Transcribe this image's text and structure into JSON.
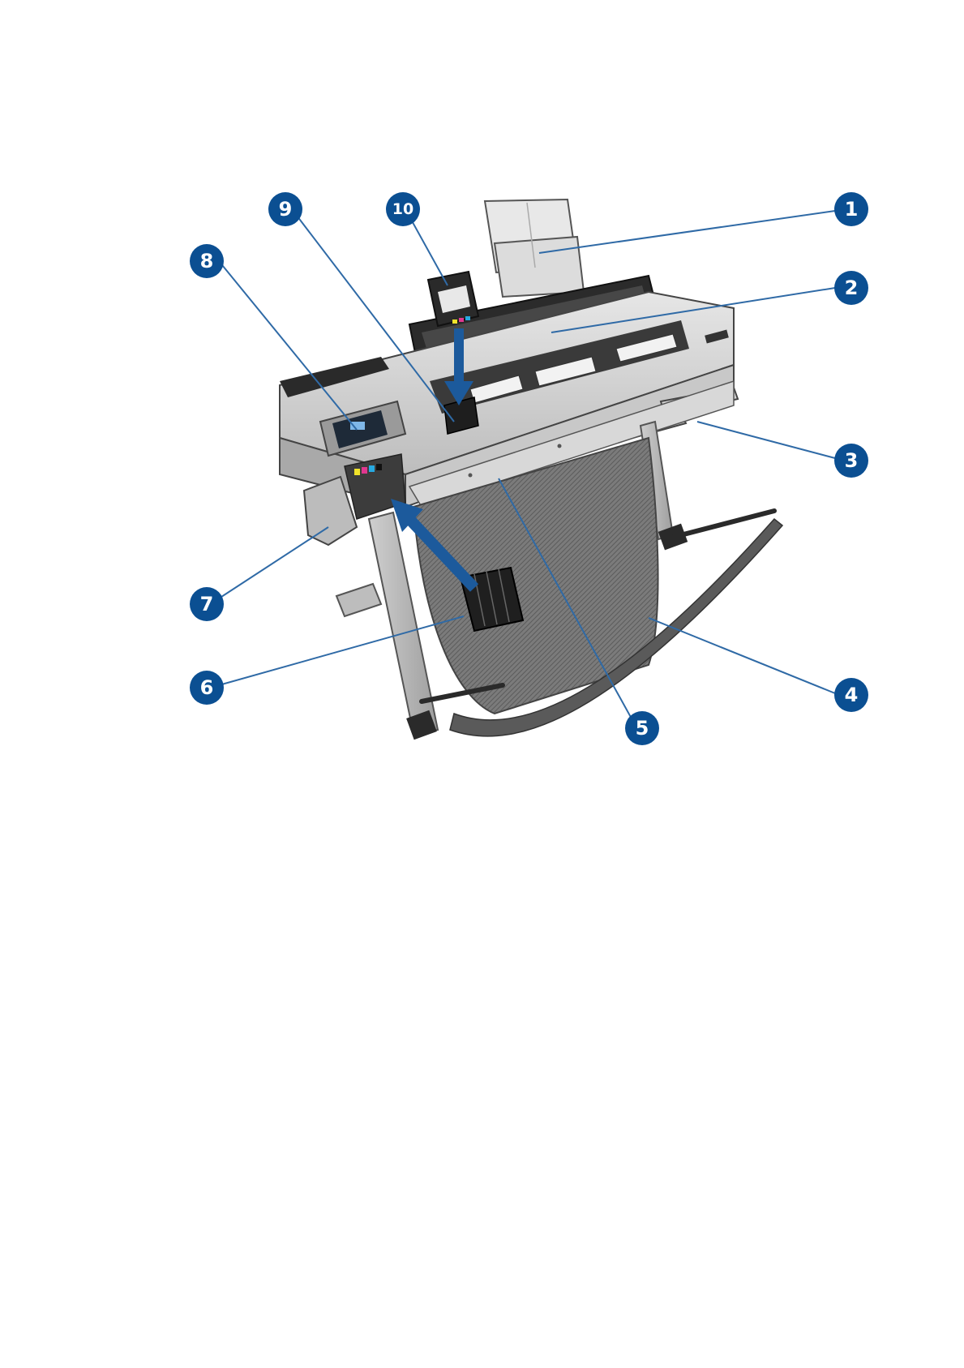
{
  "diagram": {
    "subject": "printer",
    "colors": {
      "callout_fill": "#0b4f92",
      "callout_text": "#ffffff",
      "leader_line": "#2f6aa6",
      "arrow": "#1c5a9c",
      "body_light": "#d9d9d9",
      "body_mid": "#b9b9b9",
      "body_dark": "#3b3b3b",
      "basket": "#6f6f6f"
    },
    "callouts": [
      {
        "id": "1",
        "label": "1"
      },
      {
        "id": "2",
        "label": "2"
      },
      {
        "id": "3",
        "label": "3"
      },
      {
        "id": "4",
        "label": "4"
      },
      {
        "id": "5",
        "label": "5"
      },
      {
        "id": "6",
        "label": "6"
      },
      {
        "id": "7",
        "label": "7"
      },
      {
        "id": "8",
        "label": "8"
      },
      {
        "id": "9",
        "label": "9"
      },
      {
        "id": "10",
        "label": "10"
      }
    ]
  }
}
